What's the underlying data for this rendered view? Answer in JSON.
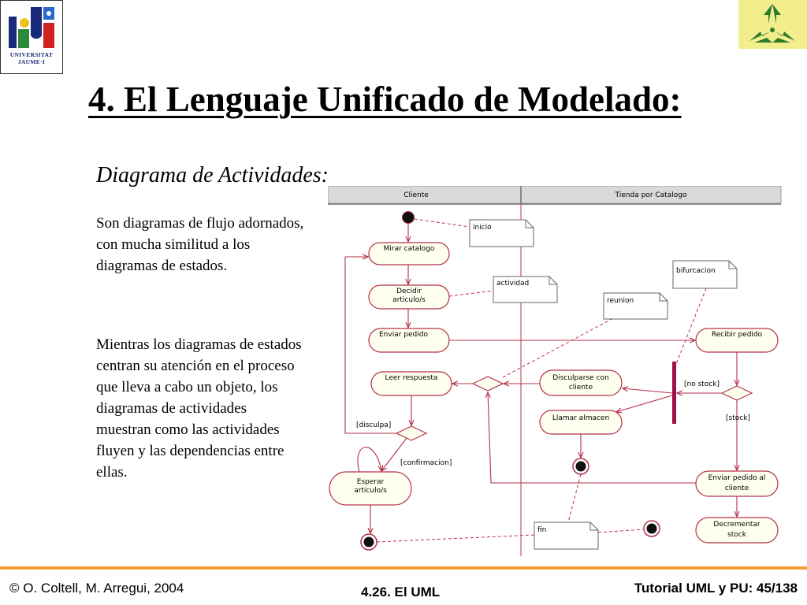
{
  "logos": {
    "left_name_line1": "UNIVERSITAT",
    "left_name_line2": "JAUME·I"
  },
  "title": "4. El Lenguaje Unificado de Modelado:",
  "subtitle": "Diagrama de Actividades:",
  "paragraphs": {
    "p1": "Son diagramas de flujo adornados, con mucha similitud a los diagramas de estados.",
    "p2": "Mientras los diagramas de estados centran su atención en el proceso que lleva a cabo un objeto, los diagramas de actividades muestran como las actividades fluyen y las dependencias entre ellas."
  },
  "diagram": {
    "swimlanes": {
      "left": "Cliente",
      "right": "Tienda por Catalogo"
    },
    "activities": {
      "mirar": "Mirar catalogo",
      "decidir_1": "Decidir",
      "decidir_2": "articulo/s",
      "enviar": "Enviar pedido",
      "leer": "Leer respuesta",
      "esperar_1": "Esperar",
      "esperar_2": "articulo/s",
      "disculparse_1": "Disculparse con",
      "disculparse_2": "cliente",
      "llamar": "Llamar almacen",
      "recibir": "Recibir pedido",
      "enviar_cliente_1": "Enviar pedido al",
      "enviar_cliente_2": "cliente",
      "decrementar_1": "Decrementar",
      "decrementar_2": "stock"
    },
    "notes": {
      "inicio": "inicio",
      "actividad": "actividad",
      "reunion": "reunion",
      "bifurcacion": "bifurcacion",
      "fin": "fin"
    },
    "guards": {
      "disculpa": "[disculpa]",
      "confirmacion": "[confirmacion]",
      "no_stock": "[no stock]",
      "stock": "[stock]"
    },
    "colors": {
      "activity_fill": "#fffff0",
      "border": "#b3304a",
      "sync_bar": "#a0104a",
      "footer_line": "#f0a030"
    }
  },
  "footer": {
    "left": "© O. Coltell, M. Arregui, 2004",
    "center": "4.26. El UML",
    "right": "Tutorial UML y PU: 45/138"
  }
}
